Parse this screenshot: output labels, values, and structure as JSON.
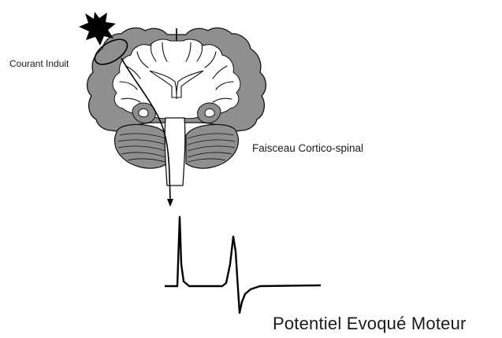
{
  "labels": {
    "stimulus": "Courant Induit",
    "tract": "Faisceau Cortico-spinal",
    "response": "Potentiel Evoqué Moteur"
  },
  "colors": {
    "gray_matter": "#8f8f8f",
    "white_matter": "#ffffff",
    "outline": "#111111",
    "stimulus_burst": "#000000"
  }
}
